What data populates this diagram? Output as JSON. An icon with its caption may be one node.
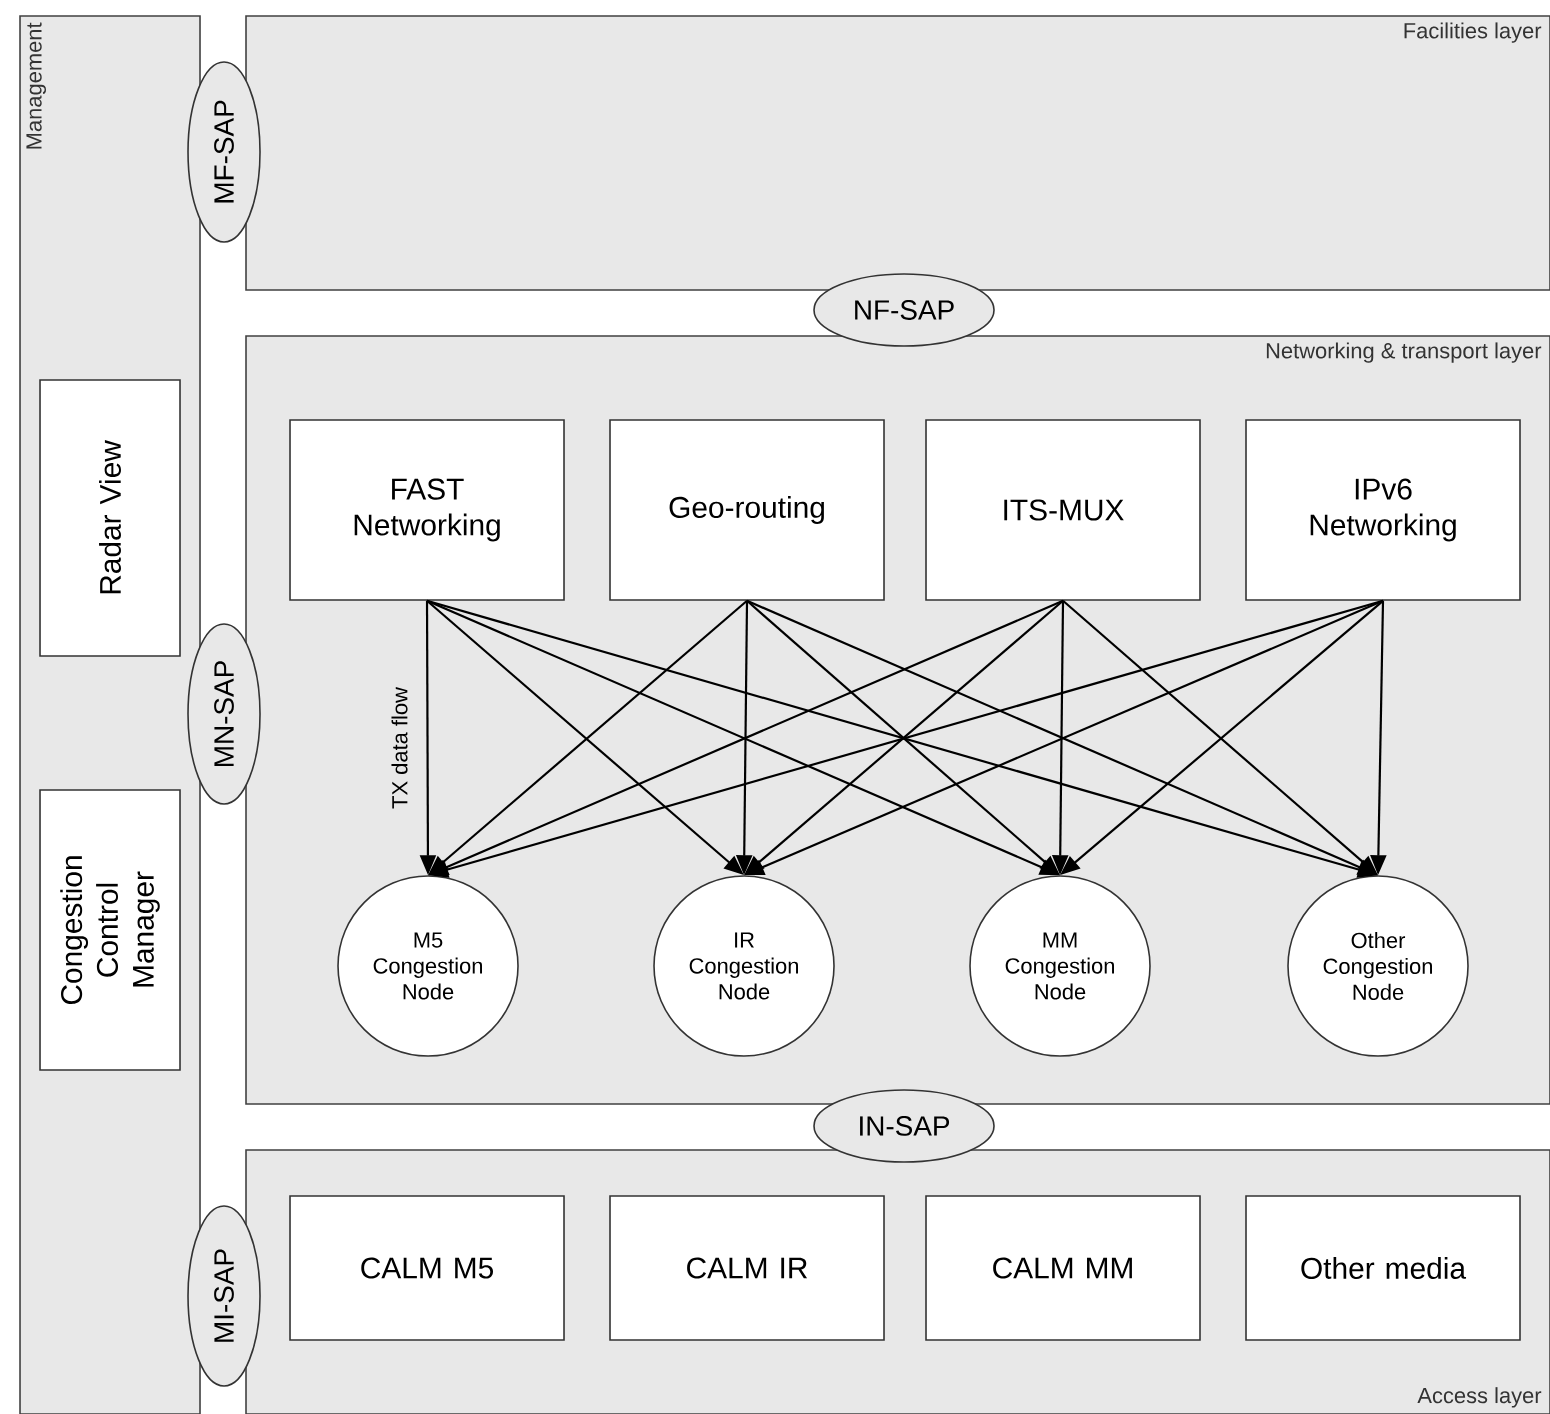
{
  "diagram": {
    "nodes": [
      {
        "text": [
          "Management"
        ]
      },
      {
        "text": [
          "Radar View"
        ],
        "in": 0
      },
      {
        "text": [
          "Congestion Control Manager"
        ],
        "in": 0
      },
      {
        "text": [
          "MF-SAP"
        ]
      },
      {
        "text": [
          "Facilities layer"
        ]
      },
      {
        "text": [
          "NF-SAP"
        ]
      },
      {
        "text": [
          "Networking & transport layer"
        ]
      },
      {
        "text": [
          "FAST Networking"
        ],
        "in": 6
      },
      {
        "text": [
          "Geo-routing"
        ],
        "in": 6
      },
      {
        "text": [
          "ITS-MUX"
        ],
        "in": 6
      },
      {
        "text": [
          "IPv6 Networking"
        ],
        "in": 6
      },
      {
        "text": [
          "M5 Congestion Node"
        ],
        "in": 6
      },
      {
        "text": [
          "IR Congestion Node"
        ],
        "in": 6
      },
      {
        "text": [
          "MM Congestion Node"
        ],
        "in": 6
      },
      {
        "text": [
          "Other Congestion Node"
        ],
        "in": 6
      },
      {
        "text": [
          "MN-SAP"
        ]
      },
      {
        "text": [
          "IN-SAP"
        ]
      },
      {
        "text": [
          "Access layer"
        ]
      },
      {
        "text": [
          "CALM M5"
        ],
        "in": 17
      },
      {
        "text": [
          "CALM IR"
        ],
        "in": 17
      },
      {
        "text": [
          "CALM MM"
        ],
        "in": 17
      },
      {
        "text": [
          "Other media"
        ],
        "in": 17
      },
      {
        "text": [
          "MI-SAP"
        ]
      }
    ],
    "edges": [
      {
        "from": 7,
        "to": 11,
        "arrow": "to",
        "label": "TX data flow"
      },
      {
        "from": 7,
        "to": 12,
        "arrow": "to"
      },
      {
        "from": 7,
        "to": 13,
        "arrow": "to"
      },
      {
        "from": 7,
        "to": 14,
        "arrow": "to"
      },
      {
        "from": 8,
        "to": 11,
        "arrow": "to"
      },
      {
        "from": 8,
        "to": 12,
        "arrow": "to"
      },
      {
        "from": 8,
        "to": 13,
        "arrow": "to"
      },
      {
        "from": 8,
        "to": 14,
        "arrow": "to"
      },
      {
        "from": 9,
        "to": 11,
        "arrow": "to"
      },
      {
        "from": 9,
        "to": 12,
        "arrow": "to"
      },
      {
        "from": 9,
        "to": 13,
        "arrow": "to"
      },
      {
        "from": 9,
        "to": 14,
        "arrow": "to"
      },
      {
        "from": 10,
        "to": 11,
        "arrow": "to"
      },
      {
        "from": 10,
        "to": 12,
        "arrow": "to"
      },
      {
        "from": 10,
        "to": 13,
        "arrow": "to"
      },
      {
        "from": 10,
        "to": 14,
        "arrow": "to"
      }
    ]
  }
}
